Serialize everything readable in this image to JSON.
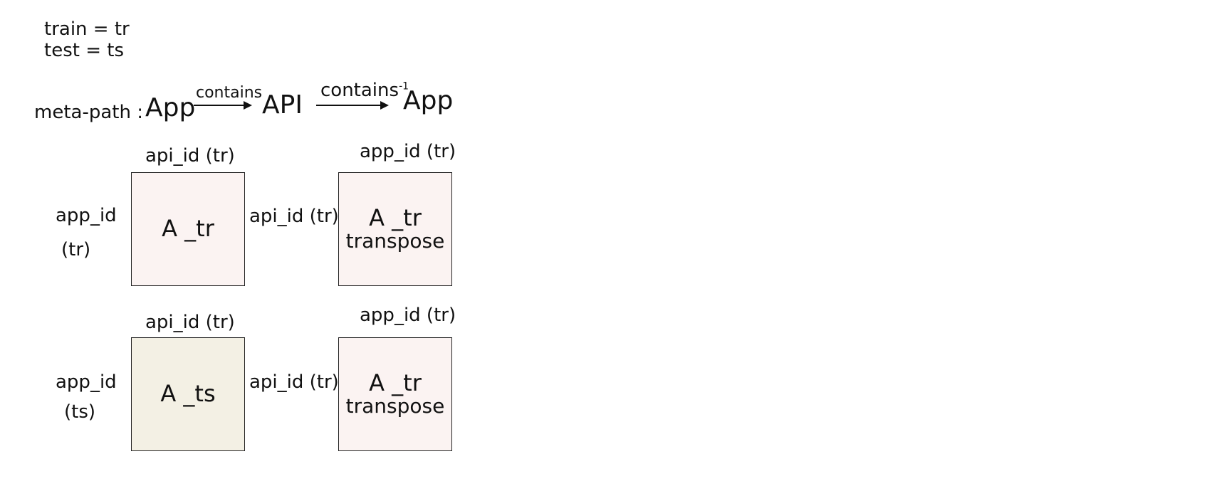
{
  "legend": {
    "line1": "train = tr",
    "line2": "test = ts"
  },
  "metapath": {
    "label": "meta-path :",
    "node1": "App",
    "edge1": "contains",
    "node2": "API",
    "edge2": "contains",
    "edge2_sup": "-1",
    "node3": "App"
  },
  "row1": {
    "left_row_label_1": "app_id",
    "left_row_label_2": "(tr)",
    "left_col_label": "api_id (tr)",
    "left_matrix": "A _tr",
    "middle_label": "api_id (tr)",
    "right_col_label": "app_id (tr)",
    "right_matrix_1": "A _tr",
    "right_matrix_2": "transpose",
    "left_color": "#fbf3f2",
    "right_color": "#fbf3f2"
  },
  "row2": {
    "left_row_label_1": "app_id",
    "left_row_label_2": "(ts)",
    "left_col_label": "api_id (tr)",
    "left_matrix": "A _ts",
    "middle_label": "api_id (tr)",
    "right_col_label": "app_id (tr)",
    "right_matrix_1": "A _tr",
    "right_matrix_2": "transpose",
    "left_color": "#f3f0e4",
    "right_color": "#fbf3f2"
  }
}
